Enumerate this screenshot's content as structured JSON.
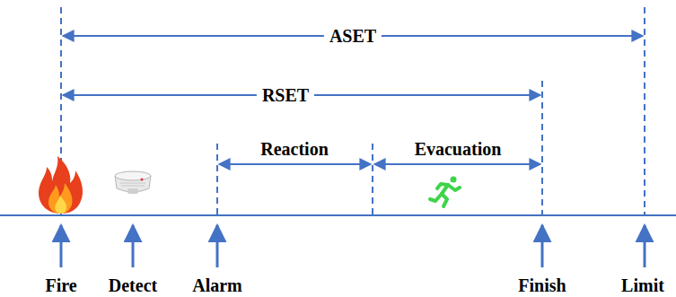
{
  "diagram": {
    "labels": [
      "ASET",
      "RSET",
      "Reaction",
      "Evacuation",
      "Fire",
      "Detect",
      "Alarm",
      "Finish",
      "Limit"
    ]
  }
}
